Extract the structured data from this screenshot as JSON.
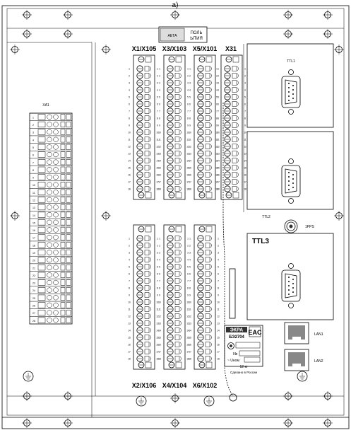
{
  "figure_label": "а)",
  "sticker": {
    "left": "АЕТА",
    "right_line1": "ПОЛЬ",
    "right_line2": "ЫТИЯ"
  },
  "left_block": {
    "label": "ХА1",
    "numbers": [
      "1",
      "2",
      "3",
      "4",
      "5",
      "6",
      "7",
      "8",
      "9",
      "10",
      "11",
      "12",
      "13",
      "14",
      "15",
      "16",
      "17",
      "18",
      "19",
      "20",
      "21",
      "22",
      "23",
      "24",
      "25",
      "26",
      "27",
      "28"
    ]
  },
  "terminal_upper": [
    {
      "label": "X1/X105"
    },
    {
      "label": "X3/X103"
    },
    {
      "label": "X5/X101"
    },
    {
      "label": "X31"
    }
  ],
  "terminal_lower": [
    {
      "label": "X2/X106"
    },
    {
      "label": "X4/X104"
    },
    {
      "label": "X6/X102"
    }
  ],
  "pin_numbers": [
    "1",
    "2",
    "3",
    "4",
    "5",
    "6",
    "7",
    "8",
    "9",
    "10",
    "11",
    "12",
    "13",
    "14",
    "15",
    "16",
    "17",
    "18"
  ],
  "ttl1": {
    "label": "TTL1"
  },
  "ttl2": {
    "label": "TTL2"
  },
  "fps": {
    "label": "1PPS"
  },
  "ttl3": {
    "label": "TTL3"
  },
  "lan1": {
    "label": "LAN1"
  },
  "lan2": {
    "label": "LAN2"
  },
  "nameplate": {
    "brand": "ЭКРА",
    "eac": "EAC",
    "model": "БЭ2704",
    "number_label": "№",
    "voltage_label": "~ Uном",
    "weight": "12 кг",
    "made_in": "Сделано в России"
  }
}
